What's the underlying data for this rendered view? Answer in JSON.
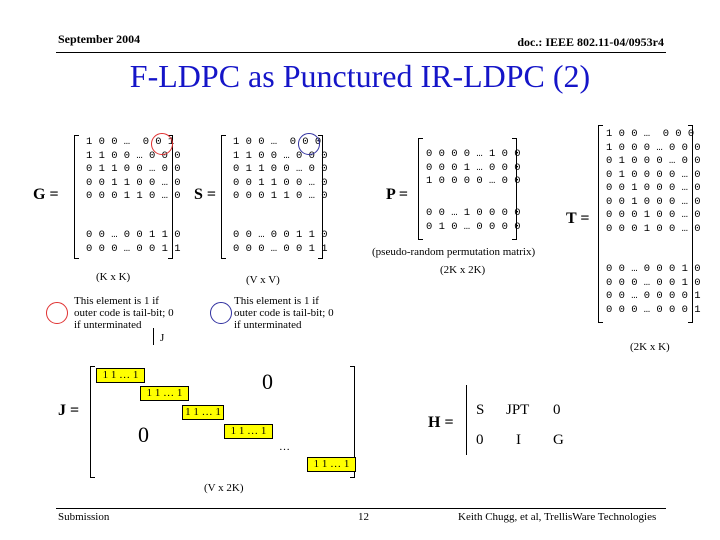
{
  "header": {
    "date": "September 2004",
    "doc": "doc.: IEEE 802.11-04/0953r4"
  },
  "title": "F-LDPC as Punctured IR-LDPC (2)",
  "G": {
    "label": "G =",
    "rows_top": [
      "1 0 0 …  0 0 1",
      "1 1 0 0 … 0 0 0",
      "0 1 1 0 0 … 0 0",
      "0 0 1 1 0 0 … 0",
      "0 0 0 1 1 0 … 0"
    ],
    "rows_bottom": [
      "0 0 … 0 0 1 1 0",
      "0 0 0 … 0 0 1 1"
    ],
    "dim": "(K x K)"
  },
  "S": {
    "label": "S =",
    "rows_top": [
      "1 0 0 …  0 0 0",
      "1 1 0 0 … 0 0 0",
      "0 1 1 0 0 … 0 0",
      "0 0 1 1 0 0 … 0",
      "0 0 0 1 1 0 … 0"
    ],
    "rows_bottom": [
      "0 0 … 0 0 1 1 0",
      "0 0 0 … 0 0 1 1"
    ],
    "dim": "(V x V)"
  },
  "P": {
    "label": "P =",
    "rows_top": [
      "0 0 0 0 … 1 0 0",
      "0 0 0 1 … 0 0 0",
      "1 0 0 0 0 … 0 0"
    ],
    "rows_bottom": [
      "0 0 … 1 0 0 0 0",
      "0 1 0 … 0 0 0 0"
    ],
    "caption": "(pseudo-random permutation matrix)",
    "dim": "(2K x 2K)"
  },
  "T": {
    "label": "T =",
    "rows_top": [
      "1 0 0 …  0 0 0",
      "1 0 0 0 … 0 0 0",
      "0 1 0 0 0 … 0 0",
      "0 1 0 0 0 0 … 0",
      "0 0 1 0 0 0 … 0",
      "0 0 1 0 0 0 … 0",
      "0 0 0 1 0 0 … 0",
      "0 0 0 1 0 0 … 0"
    ],
    "rows_bottom": [
      "0 0 … 0 0 0 1 0",
      "0 0 0 … 0 0 1 0",
      "0 0 … 0 0 0 0 1",
      "0 0 0 … 0 0 0 1"
    ],
    "dim": "(2K x K)"
  },
  "notes": {
    "g_note": [
      "This element is 1 if",
      "outer code is tail-bit; 0",
      "if unterminated"
    ],
    "s_note": [
      "This element is 1 if",
      "outer code is tail-bit; 0",
      "if unterminated"
    ]
  },
  "J": {
    "label": "J =",
    "col_label": "J",
    "blocks": [
      "1 1 … 1",
      "1 1 … 1",
      "1 1 … 1",
      "1 1 … 1",
      "1 1 … 1"
    ],
    "zero_upper": "0",
    "zero_lower": "0",
    "ellipsis": "…",
    "dim": "(V x 2K)"
  },
  "H": {
    "label": "H =",
    "cells": [
      [
        "S",
        "JPT",
        "0"
      ],
      [
        "0",
        "I",
        "G"
      ]
    ]
  },
  "footer": {
    "left": "Submission",
    "page": "12",
    "right": "Keith Chugg, et al, TrellisWare Technologies"
  },
  "colors": {
    "title": "#1515c8",
    "highlight": "#ffff00",
    "g_circle": "#e03030",
    "s_circle": "#3030a0"
  }
}
